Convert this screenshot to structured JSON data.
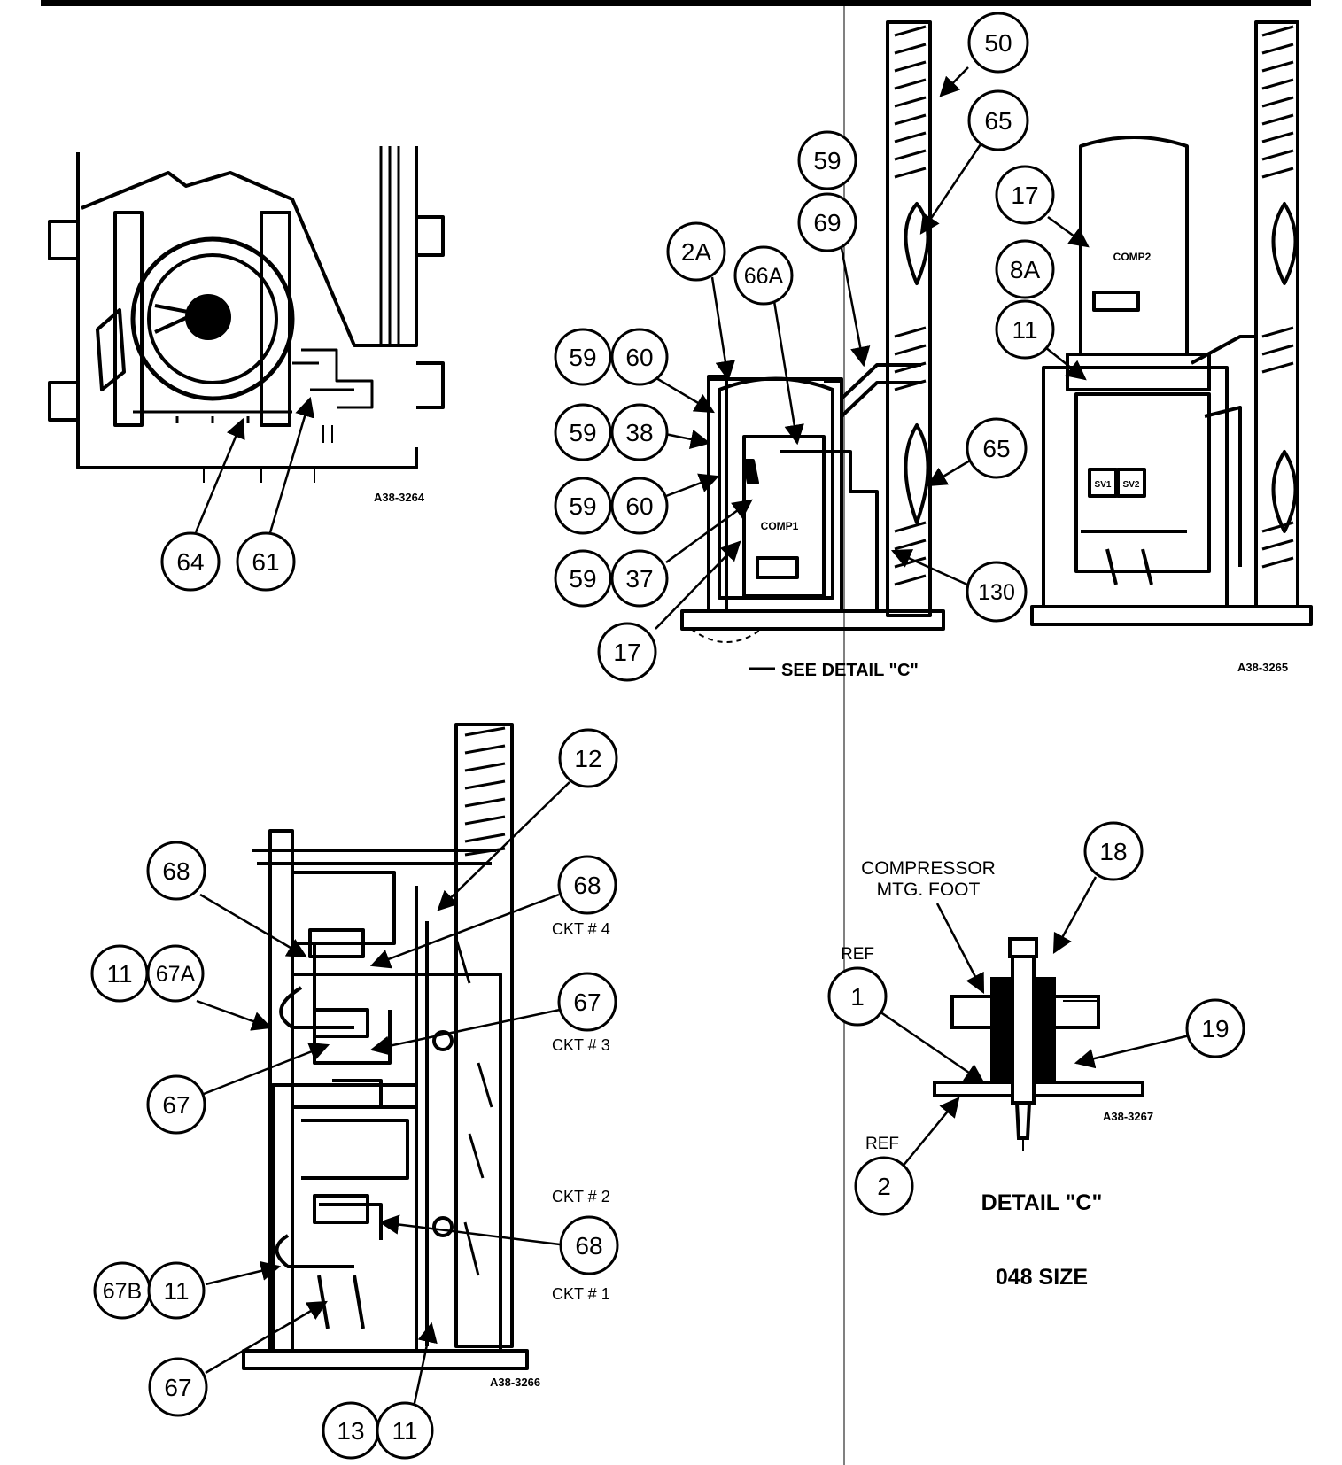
{
  "figures": [
    {
      "code": "A38-3264"
    },
    {
      "code": "A38-3265"
    },
    {
      "code": "A38-3266"
    },
    {
      "code": "A38-3267"
    }
  ],
  "callouts": {
    "c64": "64",
    "c61": "61",
    "c50": "50",
    "c65a": "65",
    "c59a": "59",
    "c69": "69",
    "c17a": "17",
    "c8A": "8A",
    "c11a": "11",
    "c2A": "2A",
    "c66A": "66A",
    "c59b": "59",
    "c60a": "60",
    "c59c": "59",
    "c38": "38",
    "c59d": "59",
    "c60b": "60",
    "c59e": "59",
    "c37": "37",
    "c17b": "17",
    "c65b": "65",
    "c130": "130",
    "c12": "12",
    "c68a": "68",
    "c68b": "68",
    "c11b": "11",
    "c67A": "67A",
    "c67a": "67",
    "c67b": "67",
    "c68c": "68",
    "c67B": "67B",
    "c11c": "11",
    "c67c": "67",
    "c13": "13",
    "c11d": "11",
    "c18": "18",
    "c1": "1",
    "c19": "19",
    "c2": "2"
  },
  "labels": {
    "see_detail": "SEE DETAIL \"C\"",
    "comp1": "COMP1",
    "comp2": "COMP2",
    "sv1": "SV1",
    "sv2": "SV2",
    "ckt4": "CKT # 4",
    "ckt3": "CKT # 3",
    "ckt2": "CKT # 2",
    "ckt1": "CKT # 1",
    "compressor": "COMPRESSOR",
    "mtg_foot": "MTG. FOOT",
    "ref1": "REF",
    "ref2": "REF",
    "detail_c": "DETAIL \"C\"",
    "size": "048 SIZE"
  }
}
